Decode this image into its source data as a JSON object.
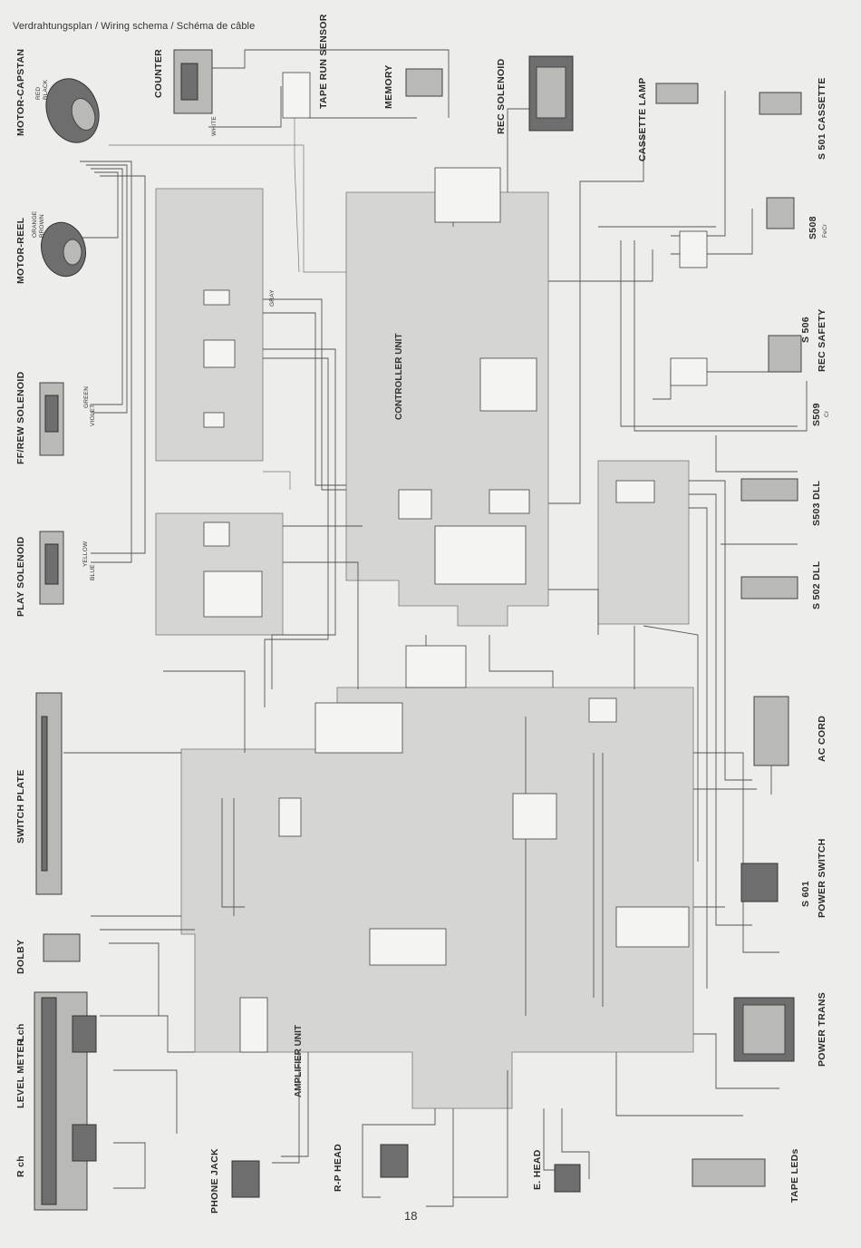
{
  "page": {
    "title": "Verdrahtungsplan / Wiring schema / Schéma de câble",
    "page_number": "18"
  },
  "components": {
    "motor_capstan": "MOTOR-CAPSTAN",
    "motor_reel": "MOTOR-REEL",
    "ff_rew_solenoid": "FF/REW SOLENOID",
    "play_solenoid": "PLAY SOLENOID",
    "switch_plate": "SWITCH PLATE",
    "dolby": "DOLBY",
    "level_meter": "LEVEL METER",
    "lch": "Lch",
    "rch": "R ch",
    "phone_jack": "PHONE JACK",
    "rp_head": "R-P HEAD",
    "e_head": "E. HEAD",
    "tape_leds": "TAPE LEDs",
    "power_trans": "POWER TRANS",
    "s601": "S 601",
    "power_switch": "POWER SWITCH",
    "ac_cord": "AC CORD",
    "s502": "S 502 DLL",
    "s503": "S503 DLL",
    "s509": "S509",
    "s509_sub": "Cr",
    "s506": "S 506",
    "rec_safety": "REC SAFETY",
    "s508": "S508",
    "s508_sub": "FeCr",
    "s501": "S 501 CASSETTE",
    "cassette_lamp": "CASSETTE LAMP",
    "rec_solenoid": "REC SOLENOID",
    "memory": "MEMORY",
    "tape_run_sensor": "TAPE RUN SENSOR",
    "counter": "COUNTER",
    "controller_unit": "CONTROLLER UNIT",
    "amplifier_unit": "AMPLIFIER UNIT"
  },
  "wires": {
    "red": "RED",
    "black": "BLACK",
    "orange": "ORANGE",
    "brown": "BROWN",
    "green": "GREEN",
    "violet": "VIOLET",
    "yellow": "YELLOW",
    "blue": "BLUE",
    "white": "WHITE",
    "gray": "GRAY"
  },
  "colors": {
    "paper": "#ededeb",
    "ink": "#2a2a2a",
    "pcb": "#d5d5d2"
  }
}
